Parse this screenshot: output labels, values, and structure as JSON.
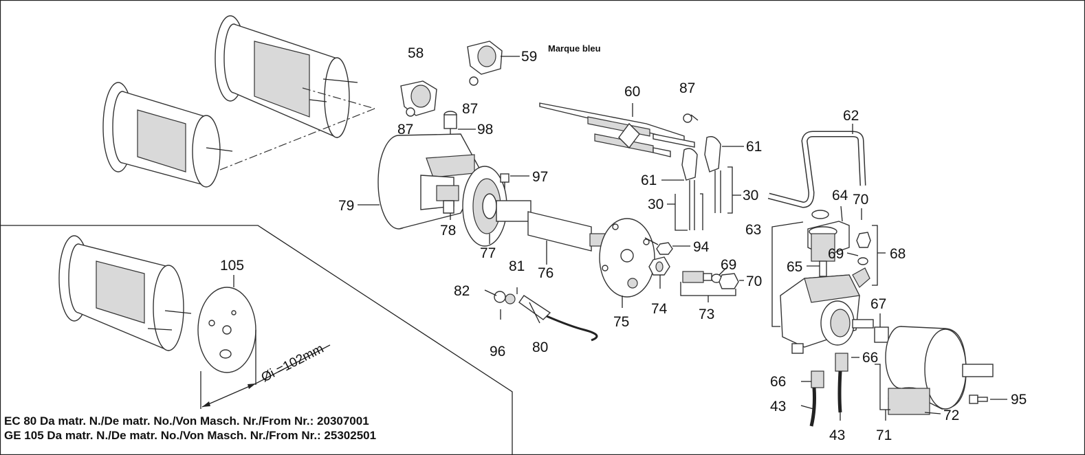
{
  "labels": {
    "p58": "58",
    "p59": "59",
    "p87a": "87",
    "p87b": "87",
    "p87c": "87",
    "p98": "98",
    "p60": "60",
    "p61a": "61",
    "p61b": "61",
    "p62": "62",
    "p30a": "30",
    "p30b": "30",
    "p97": "97",
    "p79": "79",
    "p78": "78",
    "p77": "77",
    "p76": "76",
    "p63": "63",
    "p64": "64",
    "p65": "65",
    "p70a": "70",
    "p70b": "70",
    "p68": "68",
    "p69a": "69",
    "p69b": "69",
    "p94": "94",
    "p74": "74",
    "p75": "75",
    "p73": "73",
    "p81": "81",
    "p82": "82",
    "p96": "96",
    "p80": "80",
    "p67": "67",
    "p66a": "66",
    "p66b": "66",
    "p43a": "43",
    "p43b": "43",
    "p71": "71",
    "p72": "72",
    "p95": "95",
    "p105": "105"
  },
  "notes": {
    "marque": "Marque bleu",
    "diameter": "Øi =102mm"
  },
  "footer": {
    "line1": "EC 80 Da matr. N./De matr. No./Von Masch. Nr./From Nr.: 20307001",
    "line2": "GE 105 Da matr. N./De matr. No./Von Masch. Nr./From Nr.: 25302501"
  }
}
